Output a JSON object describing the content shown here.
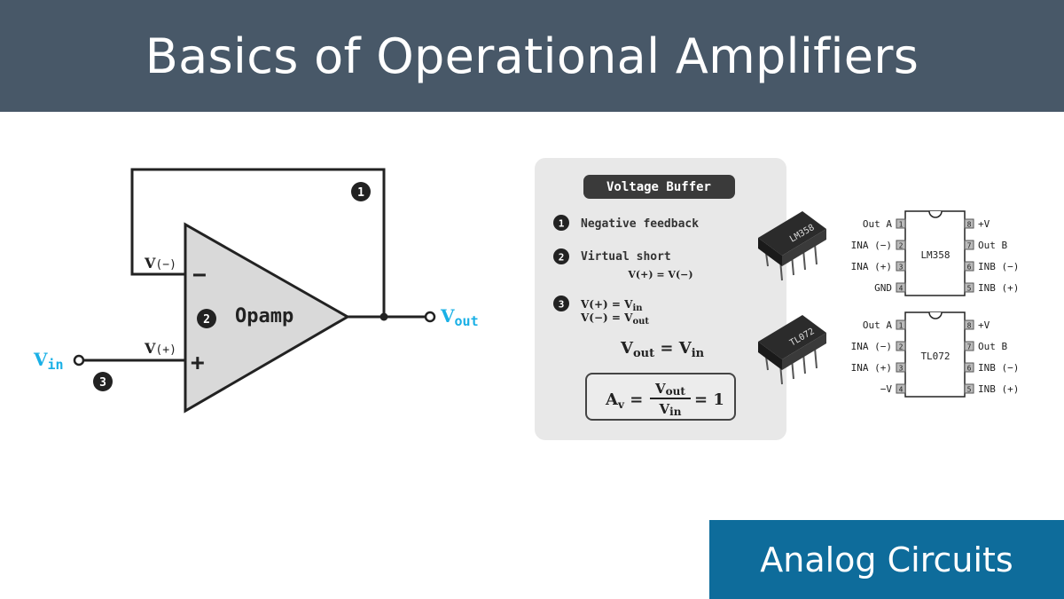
{
  "header": {
    "title": "Basics of Operational Amplifiers"
  },
  "footer": {
    "label": "Analog Circuits"
  },
  "circuit": {
    "opamp_label": "Opamp",
    "minus_sign": "−",
    "plus_sign": "+",
    "v_minus_v": "V",
    "v_minus_sign": "(−)",
    "v_plus_v": "V",
    "v_plus_sign": "(+)",
    "vin_v": "V",
    "vin_sub": "in",
    "vout_v": "V",
    "vout_sub": "out",
    "markers": [
      "1",
      "2",
      "3"
    ]
  },
  "panel": {
    "title": "Voltage Buffer",
    "items": [
      {
        "num": "1",
        "text": "Negative feedback"
      },
      {
        "num": "2",
        "text": "Virtual short"
      },
      {
        "num": "3",
        "text": ""
      }
    ],
    "virtual_short_eq": "V(+) = V(−)",
    "item3_line1_v": "V(+) = V",
    "item3_line1_sub": "in",
    "item3_line2_v": "V(−) = V",
    "item3_line2_sub": "out",
    "eq_vout": "V",
    "eq_vout_sub": "out",
    "eq_equals": " = ",
    "eq_vin": "V",
    "eq_vin_sub": "in",
    "gain_A": "A",
    "gain_A_sub": "v",
    "gain_num": "V",
    "gain_num_sub": "out",
    "gain_den": "V",
    "gain_den_sub": "in",
    "gain_result": "= 1"
  },
  "chips": [
    {
      "name": "LM358",
      "package_marking": "LM358",
      "left_pins": [
        {
          "label": "Out A",
          "num": "1"
        },
        {
          "label": "INA (−)",
          "num": "2"
        },
        {
          "label": "INA (+)",
          "num": "3"
        },
        {
          "label": "GND",
          "num": "4"
        }
      ],
      "right_pins": [
        {
          "label": "+V",
          "num": "8"
        },
        {
          "label": "Out B",
          "num": "7"
        },
        {
          "label": "INB (−)",
          "num": "6"
        },
        {
          "label": "INB (+)",
          "num": "5"
        }
      ]
    },
    {
      "name": "TL072",
      "package_marking": "TL072",
      "left_pins": [
        {
          "label": "Out A",
          "num": "1"
        },
        {
          "label": "INA (−)",
          "num": "2"
        },
        {
          "label": "INA (+)",
          "num": "3"
        },
        {
          "label": "−V",
          "num": "4"
        }
      ],
      "right_pins": [
        {
          "label": "+V",
          "num": "8"
        },
        {
          "label": "Out B",
          "num": "7"
        },
        {
          "label": "INB (−)",
          "num": "6"
        },
        {
          "label": "INB (+)",
          "num": "5"
        }
      ]
    }
  ],
  "colors": {
    "header_bg": "#485868",
    "footer_bg": "#0e6c9b",
    "signal_blue": "#1ab0e6",
    "panel_bg": "#e8e8e8"
  }
}
